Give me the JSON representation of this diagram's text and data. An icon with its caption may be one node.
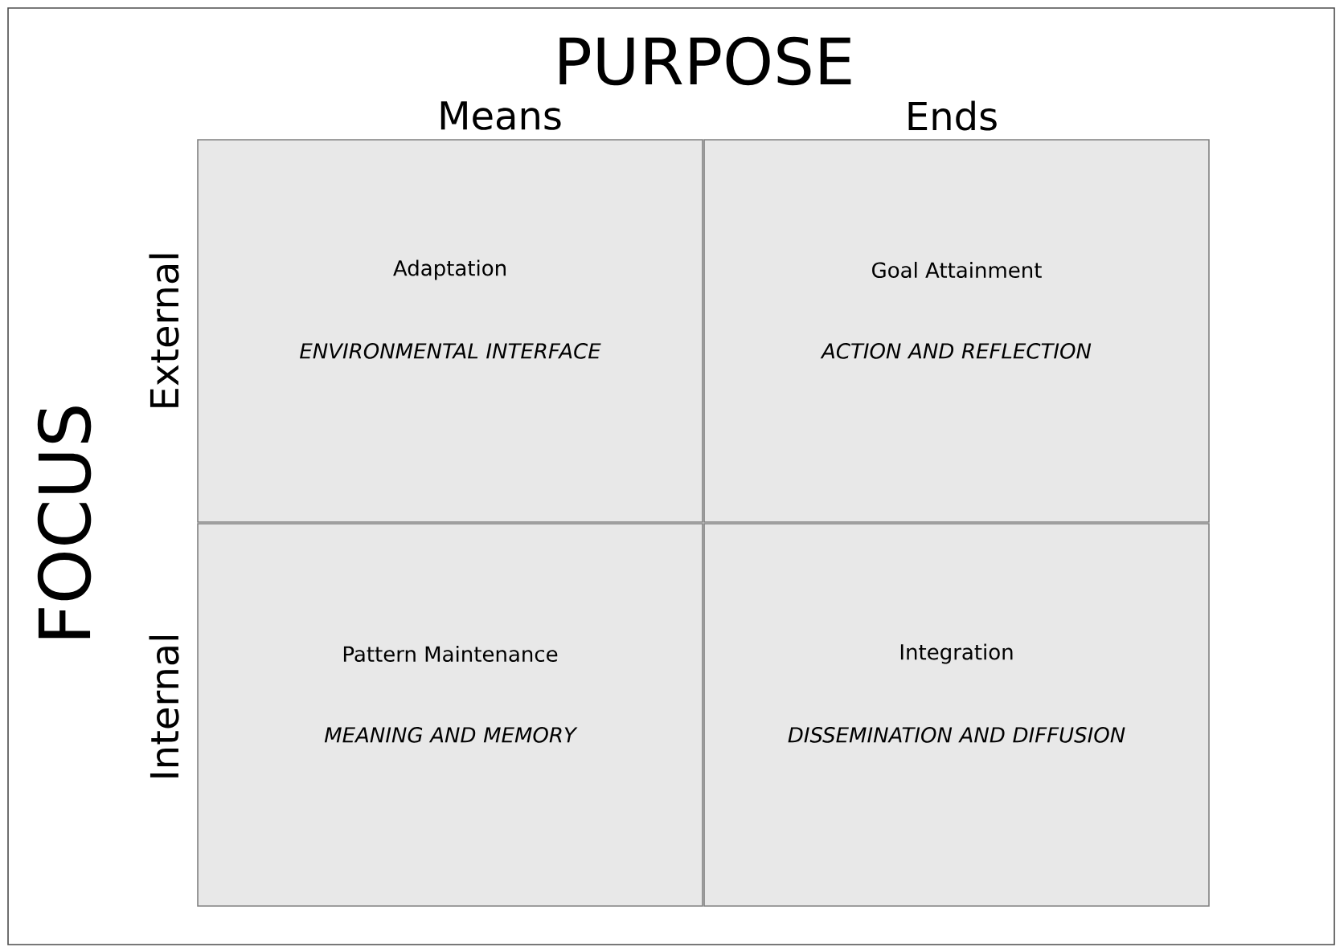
{
  "diagram": {
    "title": "PURPOSE",
    "nodes": [
      {
        "text": [
          "Adaptation",
          "ENVIRONMENTAL INTERFACE"
        ]
      },
      {
        "text": [
          "Goal Attainment",
          "ACTION AND REFLECTION"
        ]
      },
      {
        "text": [
          "Pattern Maintenance",
          "MEANING AND MEMORY"
        ]
      },
      {
        "text": [
          "Integration",
          "DISSEMINATION AND DIFFUSION"
        ]
      }
    ],
    "labels": [
      "Means",
      "Ends",
      "FOCUS",
      "External",
      "Internal"
    ]
  }
}
